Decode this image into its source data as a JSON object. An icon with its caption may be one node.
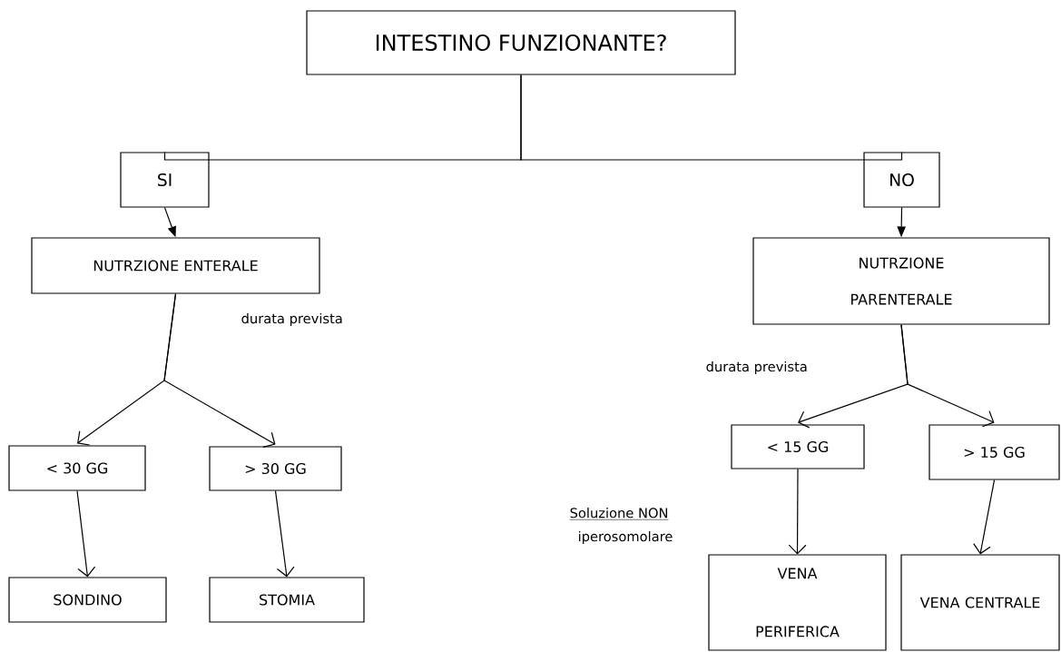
{
  "diagram": {
    "nodes": [
      {
        "text": [
          "INTESTINO FUNZIONANTE?"
        ]
      },
      {
        "text": [
          "SI"
        ]
      },
      {
        "text": [
          "NO"
        ]
      },
      {
        "text": [
          "NUTRZIONE ENTERALE"
        ]
      },
      {
        "text": [
          "NUTRZIONE PARENTERALE"
        ]
      },
      {
        "text": [
          "< 30 GG"
        ]
      },
      {
        "text": [
          "> 30 GG"
        ]
      },
      {
        "text": [
          "SONDINO"
        ]
      },
      {
        "text": [
          "STOMIA"
        ]
      },
      {
        "text": [
          "< 15 GG"
        ]
      },
      {
        "text": [
          "> 15 GG"
        ]
      },
      {
        "text": [
          "VENA PERIFERICA"
        ]
      },
      {
        "text": [
          "VENA CENTRALE"
        ]
      }
    ],
    "edges": [
      {
        "from": 0,
        "to": 1,
        "arrow": "none"
      },
      {
        "from": 0,
        "to": 2,
        "arrow": "none"
      },
      {
        "from": 1,
        "to": 3,
        "arrow": "to"
      },
      {
        "from": 2,
        "to": 4,
        "arrow": "to"
      },
      {
        "from": 3,
        "to": 5,
        "arrow": "to"
      },
      {
        "from": 3,
        "to": 6,
        "arrow": "to"
      },
      {
        "from": 4,
        "to": 9,
        "arrow": "to"
      },
      {
        "from": 4,
        "to": 10,
        "arrow": "to"
      },
      {
        "from": 5,
        "to": 7,
        "arrow": "to"
      },
      {
        "from": 6,
        "to": 8,
        "arrow": "to"
      },
      {
        "from": 9,
        "to": 11,
        "arrow": "to"
      },
      {
        "from": 10,
        "to": 12,
        "arrow": "to"
      }
    ],
    "labels": [
      "durata prevista",
      "durata prevista",
      "Soluzione NON",
      "iperosomolare"
    ]
  }
}
